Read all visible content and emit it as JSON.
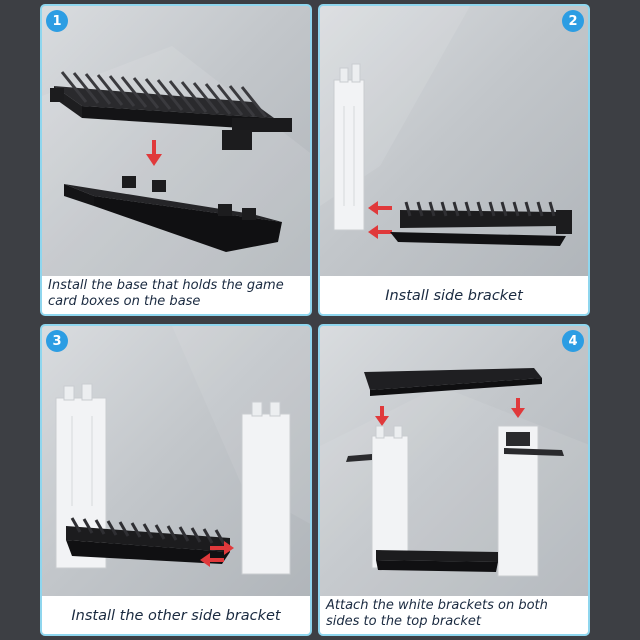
{
  "steps": [
    {
      "number": "1",
      "caption": "Install the base that holds the game card boxes on the base"
    },
    {
      "number": "2",
      "caption": "Install side bracket"
    },
    {
      "number": "3",
      "caption": "Install the other side bracket"
    },
    {
      "number": "4",
      "caption": "Attach the white brackets on both sides to the top bracket"
    }
  ],
  "colors": {
    "accent": "#2c9de3",
    "arrow": "#e0393b",
    "frame": "#8fd6ee",
    "part_black": "#1c1c1e",
    "part_white": "#f2f3f5"
  }
}
